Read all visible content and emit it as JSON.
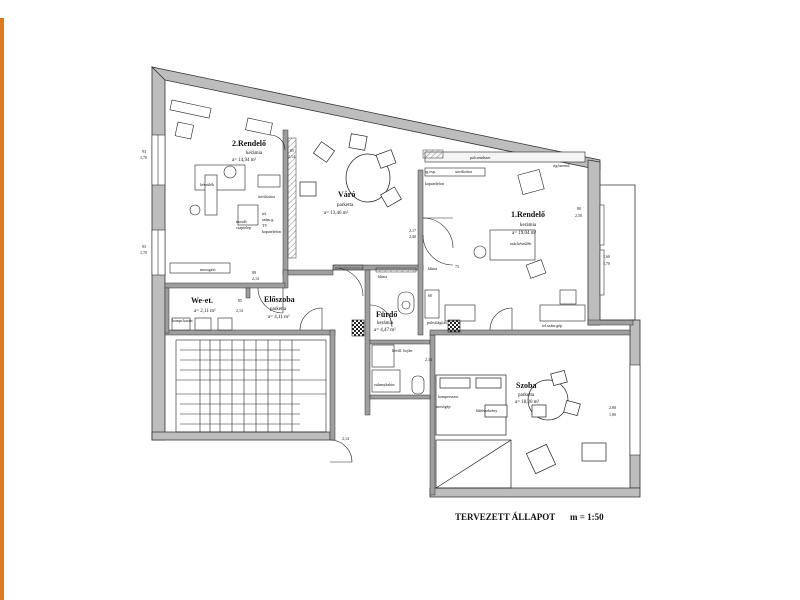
{
  "rooms": {
    "rendelo2": {
      "name": "2.Rendelő",
      "floor": "kerámia",
      "area": "a= 14,94 m²"
    },
    "varo": {
      "name": "Váró",
      "floor": "parketta",
      "area": "a= 13,46 m²"
    },
    "rendelo1": {
      "name": "1.Rendelő",
      "floor": "kerámia",
      "area": "a= 19,04 m²"
    },
    "weet": {
      "name": "We-et.",
      "area": "a= 2,11 m²"
    },
    "eloszoba": {
      "name": "Előszoba",
      "floor": "parketta",
      "area": "a= 4,11 m²"
    },
    "furdo": {
      "name": "Fürdő",
      "floor": "kerámia",
      "area": "a= 4,47 m²"
    },
    "szoba": {
      "name": "Szoba",
      "floor": "parketta",
      "area": "a= 18,20 m²"
    }
  },
  "labels": {
    "sterilizator": "sterilizátor",
    "tel_szam": "tel.",
    "tel_szam2": "szám.g.",
    "tv": "TV",
    "kaputelefon": "kaputelefon",
    "moso": "mosdó",
    "csapter": "csaptelep",
    "keszulek": "készülék",
    "kaputelefon2": "kaputelefon",
    "sterilizator2": "sterilizátor",
    "rg_exp": "rg.exp.",
    "polc": "polcrendszer",
    "szar_keszulek": "szár.készülék",
    "rtg": "rtg.berend.",
    "tel_szam_gep": "tel.szám.gép",
    "klima": "klíma",
    "klima2": "klíma",
    "mosogato": "mosogató",
    "kompr_kazan": "kompr.kazán",
    "pultvilagitas": "pultvilágítás",
    "kompresszor": "kompresszor",
    "hutoszekreny": "hűtőszekrény",
    "zuhany": "zuhanykabin",
    "mosogep": "mosógép",
    "fures": "hővill. bojler"
  },
  "dimensions": {
    "d1": "93",
    "d1b": "1,70",
    "d2": "93",
    "d2b": "1,70",
    "d3": "85",
    "d3b": "2,14",
    "d4": "2,17",
    "d4b": "2,40",
    "d5": "80",
    "d5b": "2,50",
    "d6": "1,60",
    "d6b": "1,70",
    "d7": "85",
    "d7b": "2,14",
    "d8": "89",
    "d8b": "2,14",
    "d9": "2,14",
    "d10": "2,14",
    "d11": "2,80",
    "d11b": "1,80",
    "d12": "75",
    "d13": "60"
  },
  "footer": {
    "title": "TERVEZETT ÁLLAPOT",
    "scale": "m = 1:50"
  }
}
